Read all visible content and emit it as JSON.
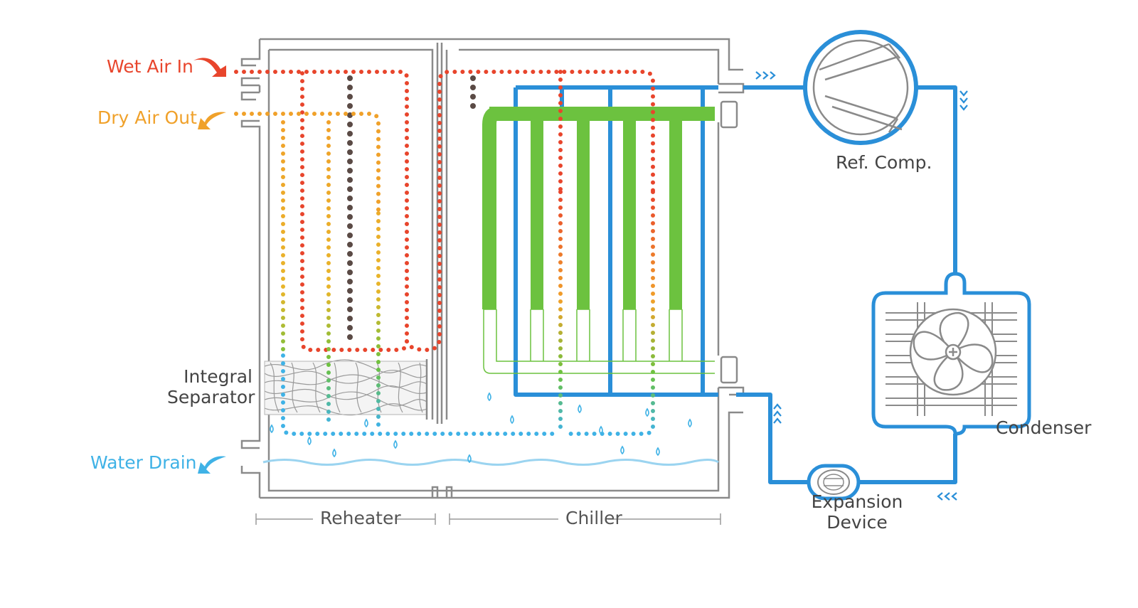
{
  "labels": {
    "wet_air_in": "Wet Air In",
    "dry_air_out": "Dry Air Out",
    "water_drain": "Water Drain",
    "integral_separator_line1": "Integral",
    "integral_separator_line2": "Separator",
    "reheater": "Reheater",
    "chiller": "Chiller",
    "ref_comp": "Ref. Comp.",
    "condenser": "Condenser",
    "expansion_line1": "Expansion",
    "expansion_line2": "Device"
  },
  "colors": {
    "wet_air": "#e8452c",
    "dry_air": "#f0a12a",
    "water": "#3fb2e6",
    "refrigerant": "#2a8fd8",
    "coil": "#6cc23f",
    "outline": "#888888"
  },
  "icons": {
    "compressor": "compressor-icon",
    "fan": "fan-icon",
    "expansion": "expansion-valve-icon"
  }
}
